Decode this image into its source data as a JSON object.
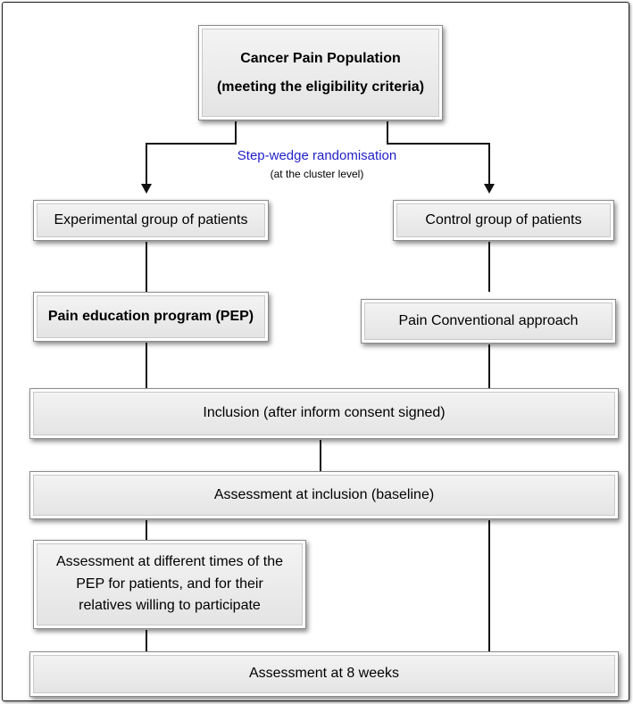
{
  "top_box": {
    "line1": "Cancer Pain Population",
    "line2": "(meeting the eligibility criteria)"
  },
  "randomisation": {
    "title": "Step-wedge randomisation",
    "subtitle": "(at the cluster level)",
    "title_color": "#1f1fc8"
  },
  "groups": {
    "experimental": "Experimental group of patients",
    "control": "Control group of patients"
  },
  "interventions": {
    "experimental": "Pain education program (PEP)",
    "control": "Pain Conventional approach"
  },
  "inclusion": "Inclusion (after inform consent signed)",
  "baseline": "Assessment at inclusion (baseline)",
  "pep_assessment": {
    "line1": "Assessment at different times of the",
    "line2": "PEP for patients, and for their",
    "line3": "relatives willing to participate"
  },
  "final": "Assessment at 8 weeks"
}
